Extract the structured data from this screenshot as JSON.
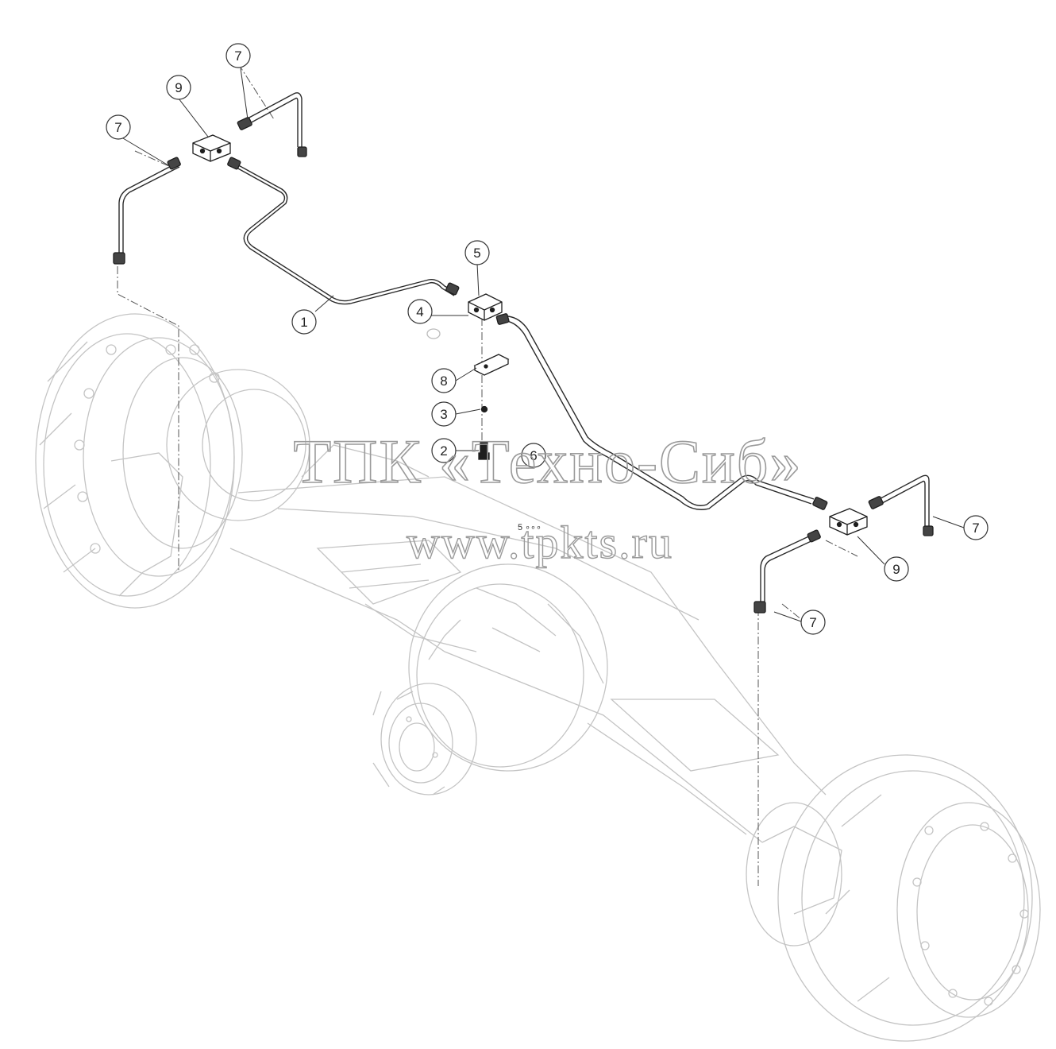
{
  "watermark": {
    "line1": "ТПК «Техно-Сиб»",
    "line2": "www.tpkts.ru"
  },
  "small_mark": "5 ∘∘∘",
  "callouts": [
    {
      "id": "c7a",
      "label": "7"
    },
    {
      "id": "c9a",
      "label": "9"
    },
    {
      "id": "c7b",
      "label": "7"
    },
    {
      "id": "c5",
      "label": "5"
    },
    {
      "id": "c4",
      "label": "4"
    },
    {
      "id": "c1",
      "label": "1"
    },
    {
      "id": "c8",
      "label": "8"
    },
    {
      "id": "c3",
      "label": "3"
    },
    {
      "id": "c2",
      "label": "2"
    },
    {
      "id": "c6",
      "label": "6"
    },
    {
      "id": "c7c",
      "label": "7"
    },
    {
      "id": "c9b",
      "label": "9"
    },
    {
      "id": "c7d",
      "label": "7"
    }
  ],
  "colors": {
    "line": "#2a2a2a",
    "axle": "#bdbdbd",
    "watermark": "#9a9a9a"
  }
}
